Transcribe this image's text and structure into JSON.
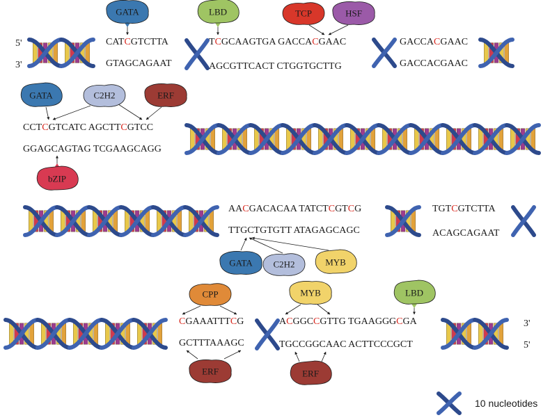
{
  "primes": {
    "five_top": "5'",
    "three_top": "3'",
    "three_bottom": "3'",
    "five_bottom": "5'"
  },
  "colors": {
    "GATA": "#3b78b0",
    "LBD": "#9fc463",
    "TCP": "#d8372a",
    "HSF": "#9b5aa8",
    "C2H2": "#b3bedc",
    "ERF": "#9c3b34",
    "bZIP": "#d83a52",
    "MYB": "#f1d36a",
    "CPP": "#e08a38",
    "highlight": "#d8261c",
    "helix": "#2d4a8c"
  },
  "legend": {
    "label": "10 nucleotides",
    "icon": "helix-icon"
  },
  "row1": {
    "top1": [
      [
        "CAT",
        0
      ],
      [
        "C",
        1
      ],
      [
        "GTCTTA",
        0
      ]
    ],
    "top2": [
      [
        "T",
        0
      ],
      [
        "C",
        1
      ],
      [
        "GCAAGTGA GACCA",
        0
      ],
      [
        "C",
        1
      ],
      [
        "GAAC",
        0
      ]
    ],
    "top3": [
      [
        "GACCA",
        0
      ],
      [
        "C",
        1
      ],
      [
        "GAAC",
        0
      ]
    ],
    "bot1": "GTAGCAGAAT",
    "bot2": "AGCGTTCACT CTGGTGCTTG",
    "bot3": "GACCACGAAC",
    "tfs": [
      "GATA",
      "LBD",
      "TCP",
      "HSF"
    ]
  },
  "row2": {
    "top": [
      [
        "CCT",
        0
      ],
      [
        "C",
        1
      ],
      [
        "GTCATC AGCTT",
        0
      ],
      [
        "C",
        1
      ],
      [
        "GTCC",
        0
      ]
    ],
    "bot": "GGAGCAGTAG TCGAAGCAGG",
    "tfs": [
      "GATA",
      "C2H2",
      "ERF",
      "bZIP"
    ]
  },
  "row3": {
    "top1": [
      [
        "AA",
        0
      ],
      [
        "C",
        1
      ],
      [
        "GACACAA TATCT",
        0
      ],
      [
        "C",
        1
      ],
      [
        "GT",
        0
      ],
      [
        "C",
        1
      ],
      [
        "G",
        0
      ]
    ],
    "top2": [
      [
        "TGT",
        0
      ],
      [
        "C",
        1
      ],
      [
        "GTCTTA",
        0
      ]
    ],
    "bot1": "TTGCTGTGTT ATAGAGCAGC",
    "bot2": "ACAGCAGAAT",
    "tfs": [
      "GATA",
      "C2H2",
      "MYB"
    ]
  },
  "row4": {
    "top1": [
      [
        "C",
        1
      ],
      [
        "GAAATTT",
        0
      ],
      [
        "C",
        1
      ],
      [
        "G",
        0
      ]
    ],
    "top2": [
      [
        "A",
        0
      ],
      [
        "C",
        1
      ],
      [
        "GGC",
        0
      ],
      [
        "C",
        1
      ],
      [
        "GTTG TGAAGGG",
        0
      ],
      [
        "C",
        1
      ],
      [
        "GA",
        0
      ]
    ],
    "bot1": "GCTTTAAAGC",
    "bot2": "TGCCGGCAAC ACTTCCCGCT",
    "tfs": [
      "CPP",
      "MYB",
      "LBD",
      "ERF",
      "ERF"
    ]
  }
}
